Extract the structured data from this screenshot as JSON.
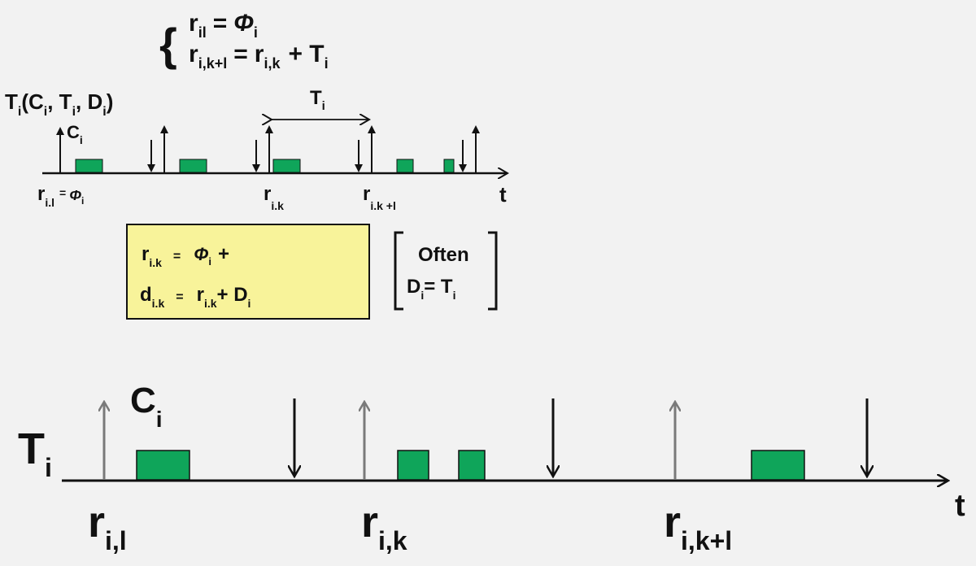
{
  "task": {
    "symbol": "T",
    "sub": "i",
    "params": "(C",
    "params_sub": "i",
    "params2": ", T",
    "params2_sub": "i",
    "params3": ", D",
    "params3_sub": "i",
    "params_close": ")"
  },
  "equations": {
    "line1": {
      "lhs": "r",
      "lhs_sub": "il",
      "eq": "=",
      "rhs": "Φ",
      "rhs_sub": "i"
    },
    "line2": {
      "lhs": "r",
      "lhs_sub": "i,k+l",
      "eq": "=",
      "rhs": "r",
      "rhs_sub": "i,k",
      "plus": "+ T",
      "plus_sub": "i"
    }
  },
  "top_timeline": {
    "ci_label": "C",
    "ci_sub": "i",
    "period_label": "T",
    "period_sub": "i",
    "axis_label": "t",
    "release_first": {
      "r": "r",
      "sub": "i.l",
      "eq": "=",
      "phi": "Φ",
      "phi_sub": "i"
    },
    "release_k": {
      "r": "r",
      "sub": "i.k"
    },
    "release_k1": {
      "r": "r",
      "sub": "i.k +l"
    }
  },
  "formula_box": {
    "bg_color": "#f8f39a",
    "row1": {
      "lhs": "r",
      "lhs_sub": "i.k",
      "eq": "=",
      "phi": "Φ",
      "phi_sub": "i",
      "plus": "+"
    },
    "row2": {
      "lhs": "d",
      "lhs_sub": "i.k",
      "eq": "=",
      "r": "r",
      "r_sub": "i.k",
      "plus": "+ D",
      "plus_sub": "i"
    }
  },
  "note": {
    "line1": "Often",
    "d": "D",
    "d_sub": "i",
    "eq": "= T",
    "t_sub": "i"
  },
  "bottom_timeline": {
    "task_label": "T",
    "task_sub": "i",
    "ci_label": "C",
    "ci_sub": "i",
    "axis_label": "t",
    "releases": [
      {
        "r": "r",
        "sub": "i,l"
      },
      {
        "r": "r",
        "sub": "i,k"
      },
      {
        "r": "r",
        "sub": "i,k+l"
      }
    ]
  },
  "colors": {
    "job": "#0fa55a",
    "job_border": "#111111",
    "arrow": "#111111",
    "release_arrow_gray": "#7a7a7a"
  }
}
